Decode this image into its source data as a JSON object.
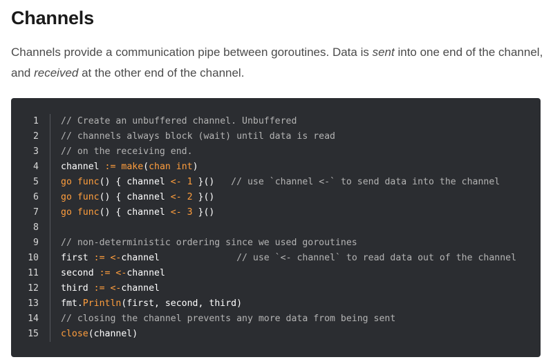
{
  "heading": "Channels",
  "intro": {
    "part1": "Channels provide a communication pipe between goroutines. Data is ",
    "em1": "sent",
    "part2": " into one end of the channel, and ",
    "em2": "received",
    "part3": " at the other end of the channel."
  },
  "colors": {
    "code_background": "#2b2d31",
    "keyword": "#ff9e3d",
    "comment": "#b4b4b4",
    "text": "#ffffff"
  },
  "code": {
    "lines": [
      {
        "num": "1",
        "tokens": [
          {
            "t": "// Create an unbuffered channel. Unbuffered",
            "k": "comment"
          }
        ]
      },
      {
        "num": "2",
        "tokens": [
          {
            "t": "// channels always block (wait) until data is read",
            "k": "comment"
          }
        ]
      },
      {
        "num": "3",
        "tokens": [
          {
            "t": "// on the receiving end.",
            "k": "comment"
          }
        ]
      },
      {
        "num": "4",
        "tokens": [
          {
            "t": "channel ",
            "k": "plain"
          },
          {
            "t": ":=",
            "k": "kw"
          },
          {
            "t": " ",
            "k": "plain"
          },
          {
            "t": "make",
            "k": "kw"
          },
          {
            "t": "(",
            "k": "plain"
          },
          {
            "t": "chan int",
            "k": "kw"
          },
          {
            "t": ")",
            "k": "plain"
          }
        ]
      },
      {
        "num": "5",
        "tokens": [
          {
            "t": "go func",
            "k": "kw"
          },
          {
            "t": "() { channel ",
            "k": "plain"
          },
          {
            "t": "<-",
            "k": "kw"
          },
          {
            "t": " ",
            "k": "plain"
          },
          {
            "t": "1",
            "k": "num"
          },
          {
            "t": " }()   ",
            "k": "plain"
          },
          {
            "t": "// use `channel <-` to send data into the channel",
            "k": "comment"
          }
        ]
      },
      {
        "num": "6",
        "tokens": [
          {
            "t": "go func",
            "k": "kw"
          },
          {
            "t": "() { channel ",
            "k": "plain"
          },
          {
            "t": "<-",
            "k": "kw"
          },
          {
            "t": " ",
            "k": "plain"
          },
          {
            "t": "2",
            "k": "num"
          },
          {
            "t": " }()",
            "k": "plain"
          }
        ]
      },
      {
        "num": "7",
        "tokens": [
          {
            "t": "go func",
            "k": "kw"
          },
          {
            "t": "() { channel ",
            "k": "plain"
          },
          {
            "t": "<-",
            "k": "kw"
          },
          {
            "t": " ",
            "k": "plain"
          },
          {
            "t": "3",
            "k": "num"
          },
          {
            "t": " }()",
            "k": "plain"
          }
        ]
      },
      {
        "num": "8",
        "tokens": []
      },
      {
        "num": "9",
        "tokens": [
          {
            "t": "// non-deterministic ordering since we used goroutines",
            "k": "comment"
          }
        ]
      },
      {
        "num": "10",
        "tokens": [
          {
            "t": "first ",
            "k": "plain"
          },
          {
            "t": ":=",
            "k": "kw"
          },
          {
            "t": " ",
            "k": "plain"
          },
          {
            "t": "<-",
            "k": "kw"
          },
          {
            "t": "channel              ",
            "k": "plain"
          },
          {
            "t": "// use `<- channel` to read data out of the channel",
            "k": "comment"
          }
        ]
      },
      {
        "num": "11",
        "tokens": [
          {
            "t": "second ",
            "k": "plain"
          },
          {
            "t": ":=",
            "k": "kw"
          },
          {
            "t": " ",
            "k": "plain"
          },
          {
            "t": "<-",
            "k": "kw"
          },
          {
            "t": "channel",
            "k": "plain"
          }
        ]
      },
      {
        "num": "12",
        "tokens": [
          {
            "t": "third ",
            "k": "plain"
          },
          {
            "t": ":=",
            "k": "kw"
          },
          {
            "t": " ",
            "k": "plain"
          },
          {
            "t": "<-",
            "k": "kw"
          },
          {
            "t": "channel",
            "k": "plain"
          }
        ]
      },
      {
        "num": "13",
        "tokens": [
          {
            "t": "fmt.",
            "k": "plain"
          },
          {
            "t": "Println",
            "k": "kw"
          },
          {
            "t": "(first, second, third)",
            "k": "plain"
          }
        ]
      },
      {
        "num": "14",
        "tokens": [
          {
            "t": "// closing the channel prevents any more data from being sent",
            "k": "comment"
          }
        ]
      },
      {
        "num": "15",
        "tokens": [
          {
            "t": "close",
            "k": "kw"
          },
          {
            "t": "(channel)",
            "k": "plain"
          }
        ]
      }
    ]
  }
}
